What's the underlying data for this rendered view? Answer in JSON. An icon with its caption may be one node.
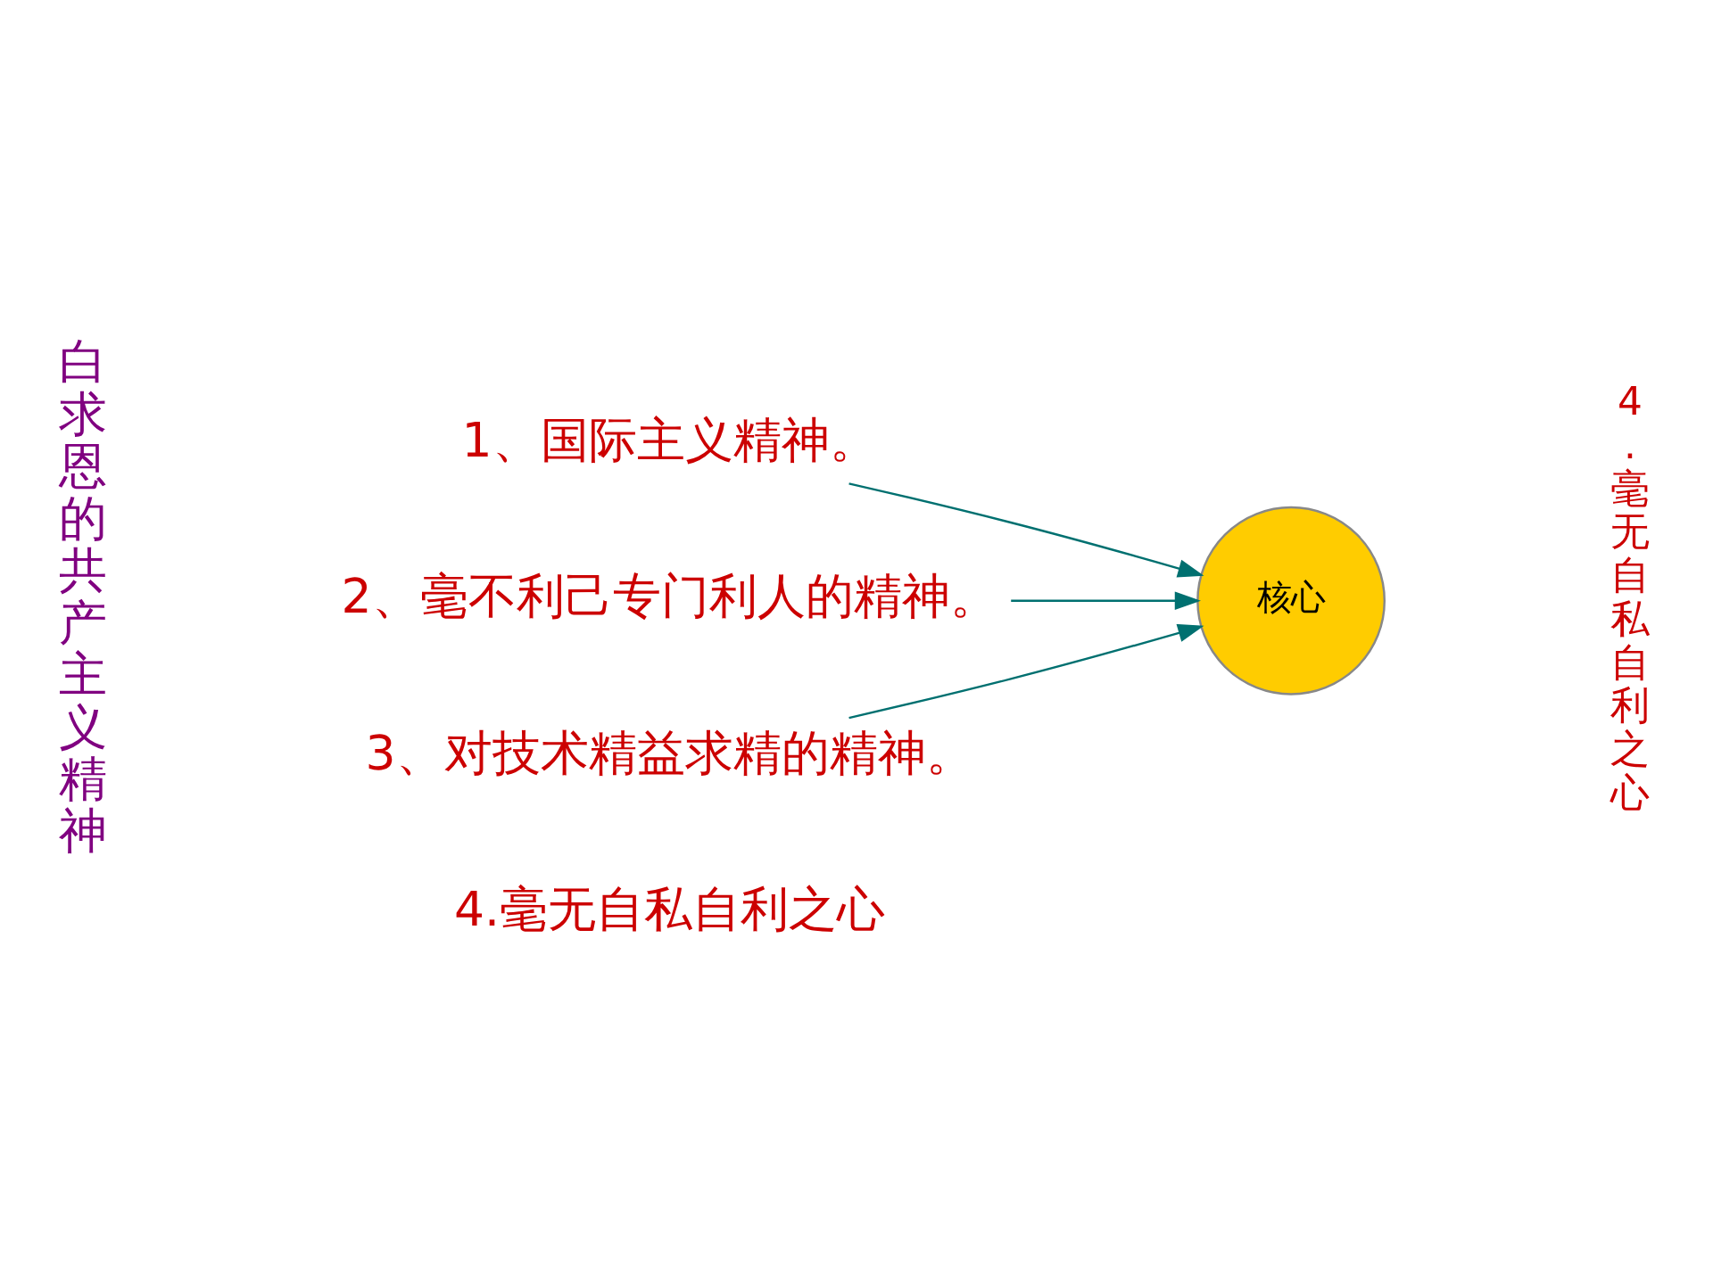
{
  "diagram": {
    "nodes": [
      {
        "text": [
          "1、国际主义精神。"
        ]
      },
      {
        "text": [
          "2、毫不利己专门利人的精神。"
        ]
      },
      {
        "text": [
          "3、对技术精益求精的精神。"
        ]
      },
      {
        "text": [
          "核心"
        ]
      }
    ],
    "edges": [
      {
        "from": 0,
        "to": 3,
        "arrow": "to"
      },
      {
        "from": 1,
        "to": 3,
        "arrow": "to"
      },
      {
        "from": 2,
        "to": 3,
        "arrow": "to"
      }
    ],
    "labels": [
      "白求恩的共产主义精神",
      "4.毫无自私自利之心",
      "4.毫无自私自利之心"
    ]
  }
}
